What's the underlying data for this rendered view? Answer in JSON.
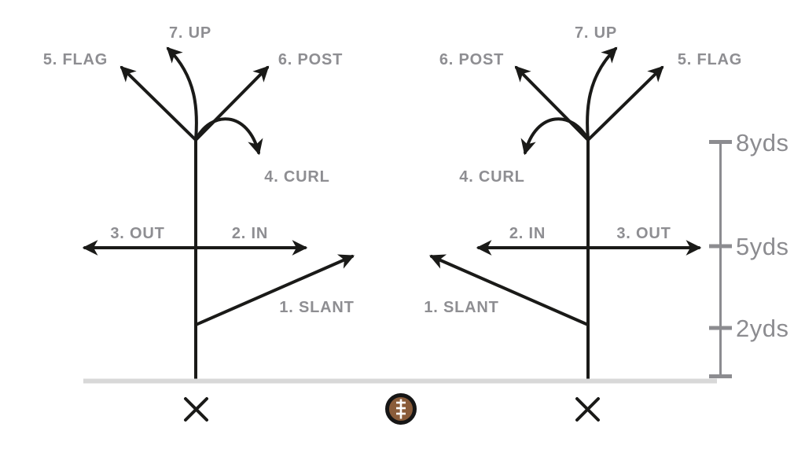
{
  "routes": {
    "slant": "1. SLANT",
    "in": "2. IN",
    "out": "3. OUT",
    "curl": "4. CURL",
    "flag": "5. FLAG",
    "post": "6. POST",
    "up": "7. UP"
  },
  "scale": {
    "ticks": [
      "8yds",
      "5yds",
      "2yds"
    ]
  },
  "icons": {
    "receiver_marker": "x-icon",
    "ball": "football-icon"
  },
  "colors": {
    "route_line": "#1a1a18",
    "label_gray": "#8e8e92",
    "scale_gray": "#8c8c90",
    "scrimmage_gray": "#d8d8d8",
    "football_brown": "#8a5c3a",
    "football_outline": "#161616",
    "laces_white": "#ffffff"
  }
}
